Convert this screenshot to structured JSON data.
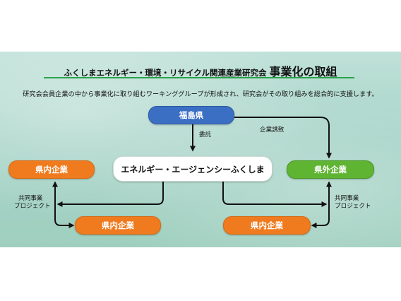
{
  "title": {
    "prefix": "ふくしまエネルギー・環境・リサイクル関連産業研究会",
    "main": "事業化の取組"
  },
  "description": "研究会会員企業の中から事業化に取り組むワーキンググループが形成され、研究会がその取り組みを総合的に支援します。",
  "nodes": {
    "fukushima": "福島県",
    "agency": "エネルギー・エージェンシーふくしま",
    "local_left_top": "県内企業",
    "local_left_bottom": "県内企業",
    "outside": "県外企業",
    "local_right_bottom": "県内企業"
  },
  "labels": {
    "entrust": "委託",
    "invite": "企業誘致",
    "joint_left": [
      "共同事業",
      "プロジェクト"
    ],
    "joint_right": [
      "共同事業",
      "プロジェクト"
    ]
  },
  "colors": {
    "prefecture": "#3a6fc4",
    "local_company": "#f07b1f",
    "outside_company": "#5fb432",
    "title_underline": "#2aa34a"
  }
}
